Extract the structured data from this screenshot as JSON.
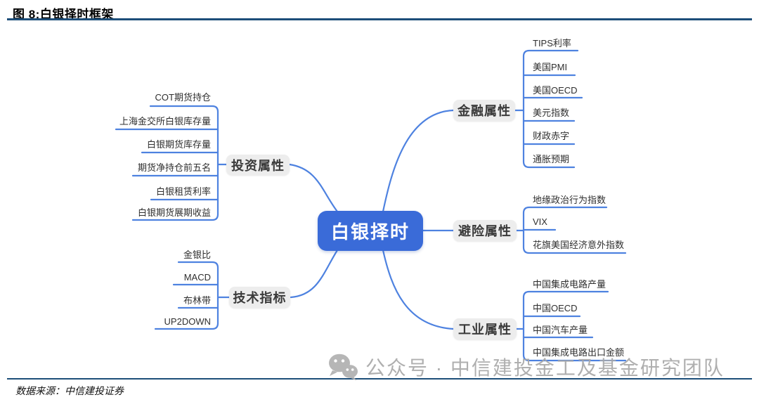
{
  "figure": {
    "title": "图 8:白银择时框架",
    "source": "数据来源：中信建投证券"
  },
  "watermark": {
    "icon": "wechat-icon",
    "text": "公众号 · 中信建投金工及基金研究团队"
  },
  "mindmap": {
    "root": "白银择时",
    "branches": [
      {
        "label": "投资属性",
        "side": "left",
        "children": [
          "COT期货持仓",
          "上海金交所白银库存量",
          "白银期货库存量",
          "期货净持仓前五名",
          "白银租赁利率",
          "白银期货展期收益"
        ]
      },
      {
        "label": "技术指标",
        "side": "left",
        "children": [
          "金银比",
          "MACD",
          "布林带",
          "UP2DOWN"
        ]
      },
      {
        "label": "金融属性",
        "side": "right",
        "children": [
          "TIPS利率",
          "美国PMI",
          "美国OECD",
          "美元指数",
          "财政赤字",
          "通胀预期"
        ]
      },
      {
        "label": "避险属性",
        "side": "right",
        "children": [
          "地缘政治行为指数",
          "VIX",
          "花旗美国经济意外指数"
        ]
      },
      {
        "label": "工业属性",
        "side": "right",
        "children": [
          "中国集成电路产量",
          "中国OECD",
          "中国汽车产量",
          "中国集成电路出口金额"
        ]
      }
    ]
  },
  "colors": {
    "accent": "#4e82e0",
    "root_bg": "#3a6bd8",
    "root_text": "#ffffff",
    "branch_bg": "#ededed",
    "text": "#2f2f2f",
    "rule": "#1d4e79",
    "watermark": "#a9a9a9"
  }
}
